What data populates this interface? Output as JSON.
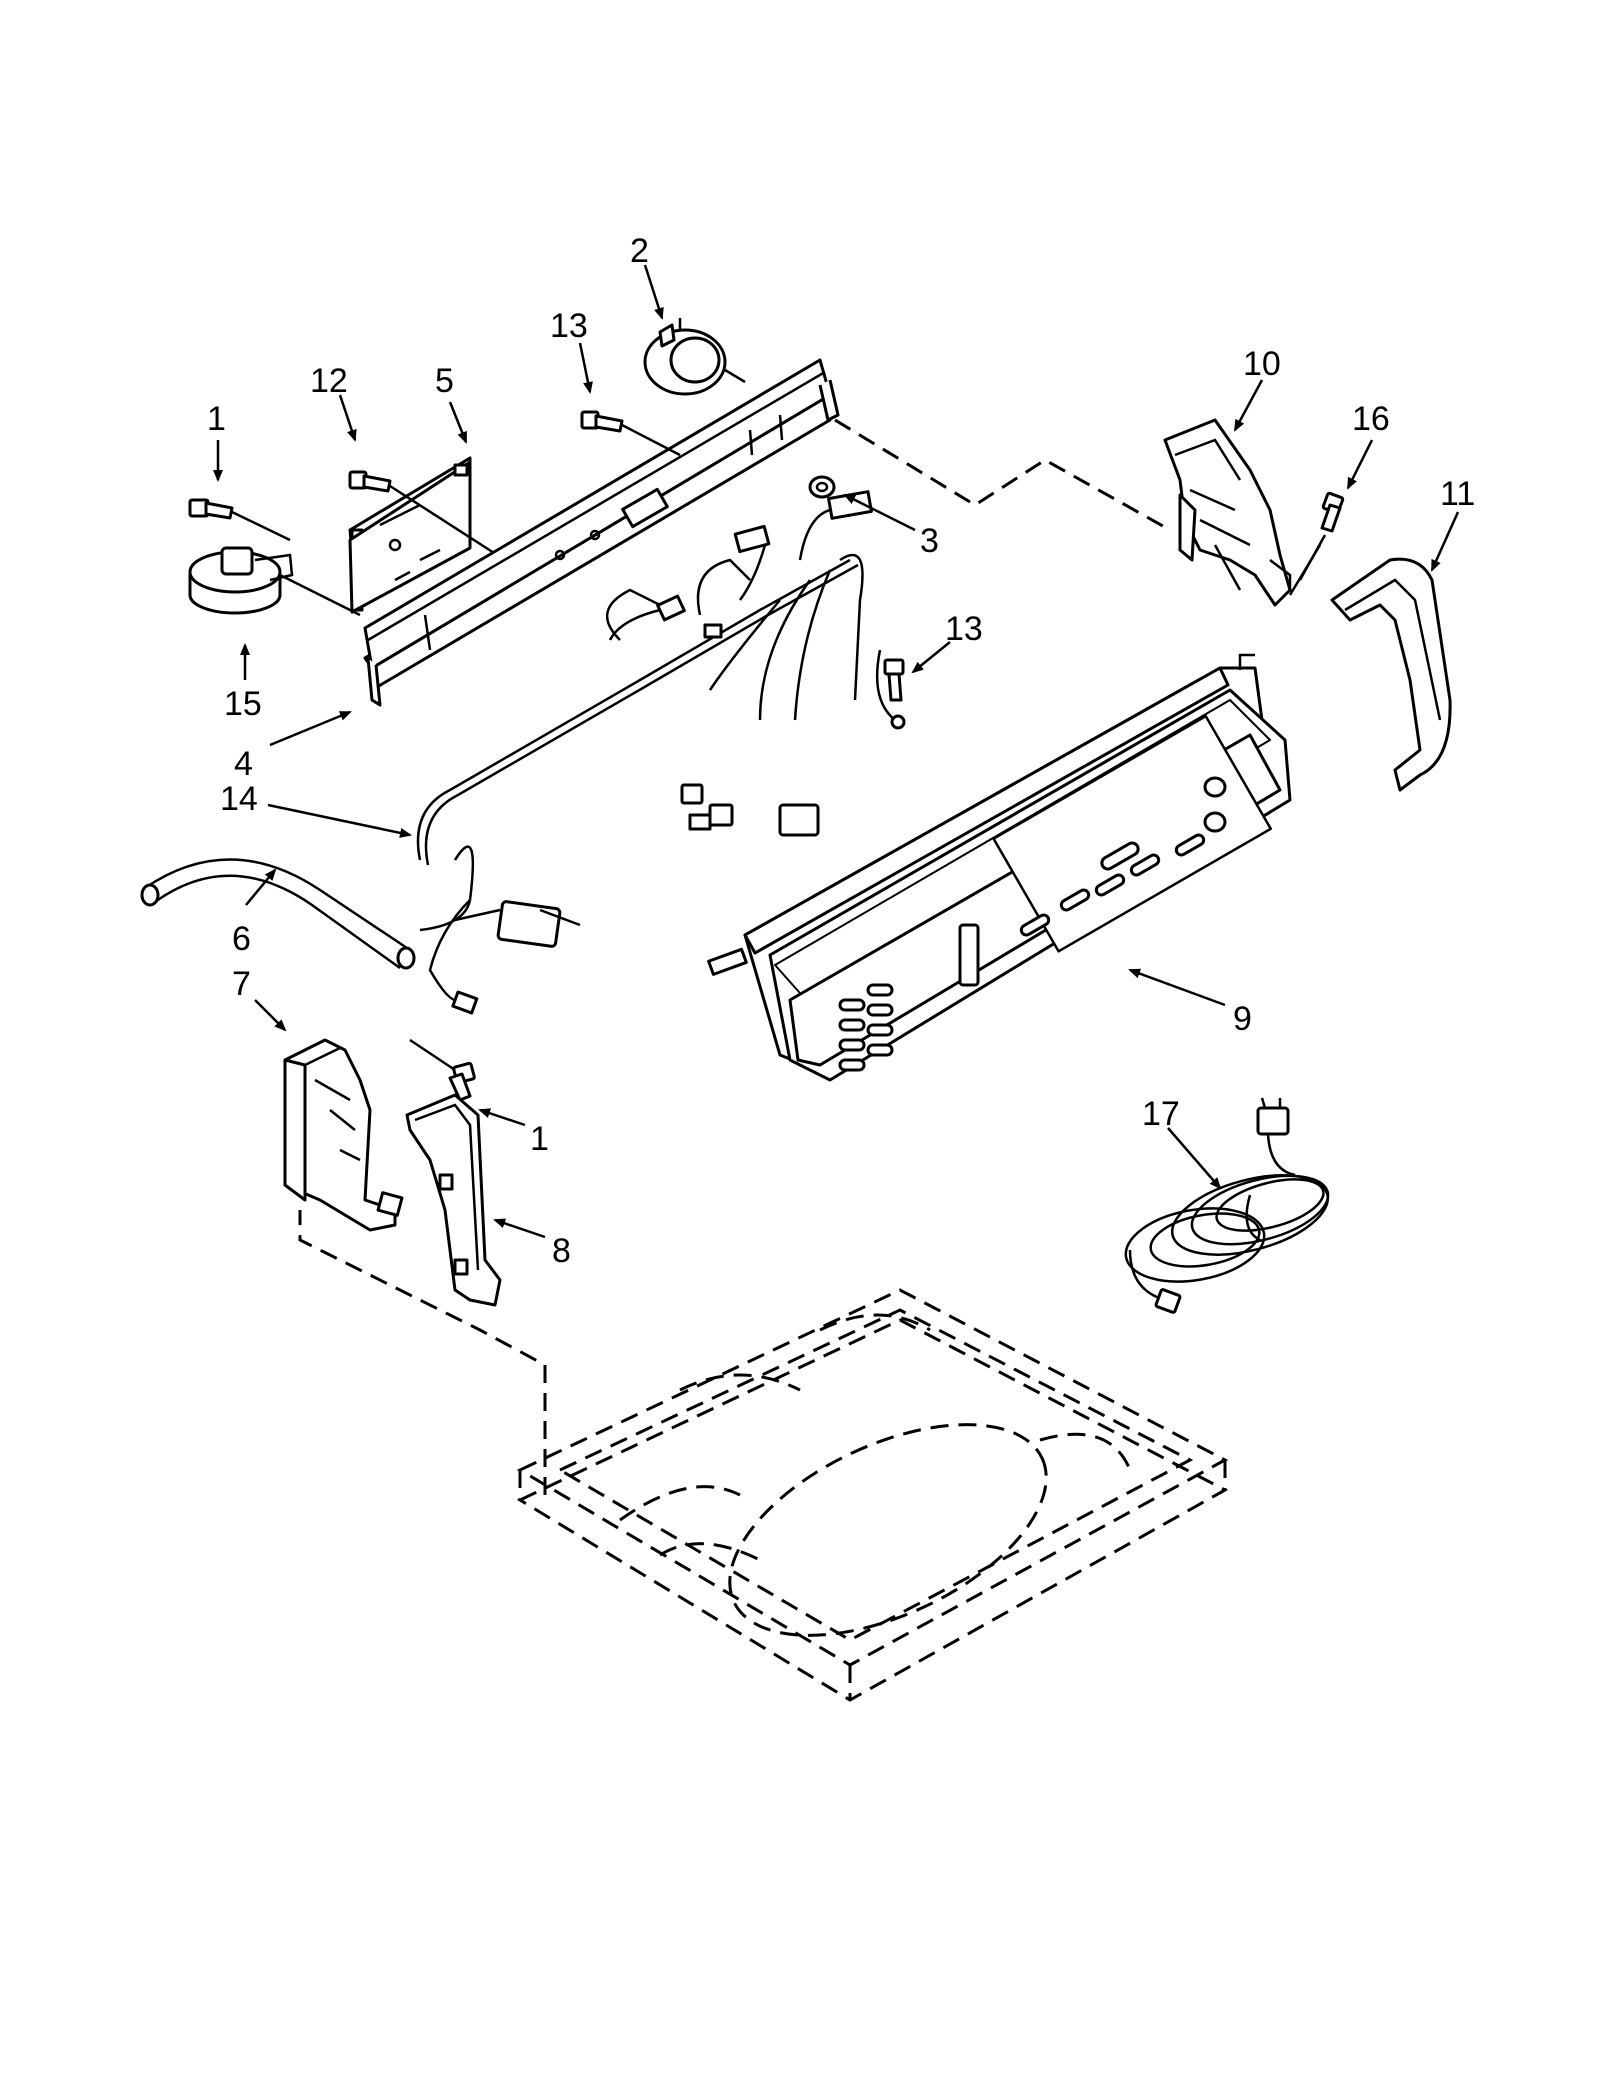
{
  "parts": [
    {
      "id": "c1a",
      "label": "1"
    },
    {
      "id": "c1b",
      "label": "1"
    },
    {
      "id": "c2",
      "label": "2"
    },
    {
      "id": "c3",
      "label": "3"
    },
    {
      "id": "c4",
      "label": "4"
    },
    {
      "id": "c5",
      "label": "5"
    },
    {
      "id": "c6",
      "label": "6"
    },
    {
      "id": "c7",
      "label": "7"
    },
    {
      "id": "c8",
      "label": "8"
    },
    {
      "id": "c9",
      "label": "9"
    },
    {
      "id": "c10",
      "label": "10"
    },
    {
      "id": "c11",
      "label": "11"
    },
    {
      "id": "c12",
      "label": "12"
    },
    {
      "id": "c13a",
      "label": "13"
    },
    {
      "id": "c13b",
      "label": "13"
    },
    {
      "id": "c14",
      "label": "14"
    },
    {
      "id": "c15",
      "label": "15"
    },
    {
      "id": "c16",
      "label": "16"
    },
    {
      "id": "c17",
      "label": "17"
    }
  ]
}
